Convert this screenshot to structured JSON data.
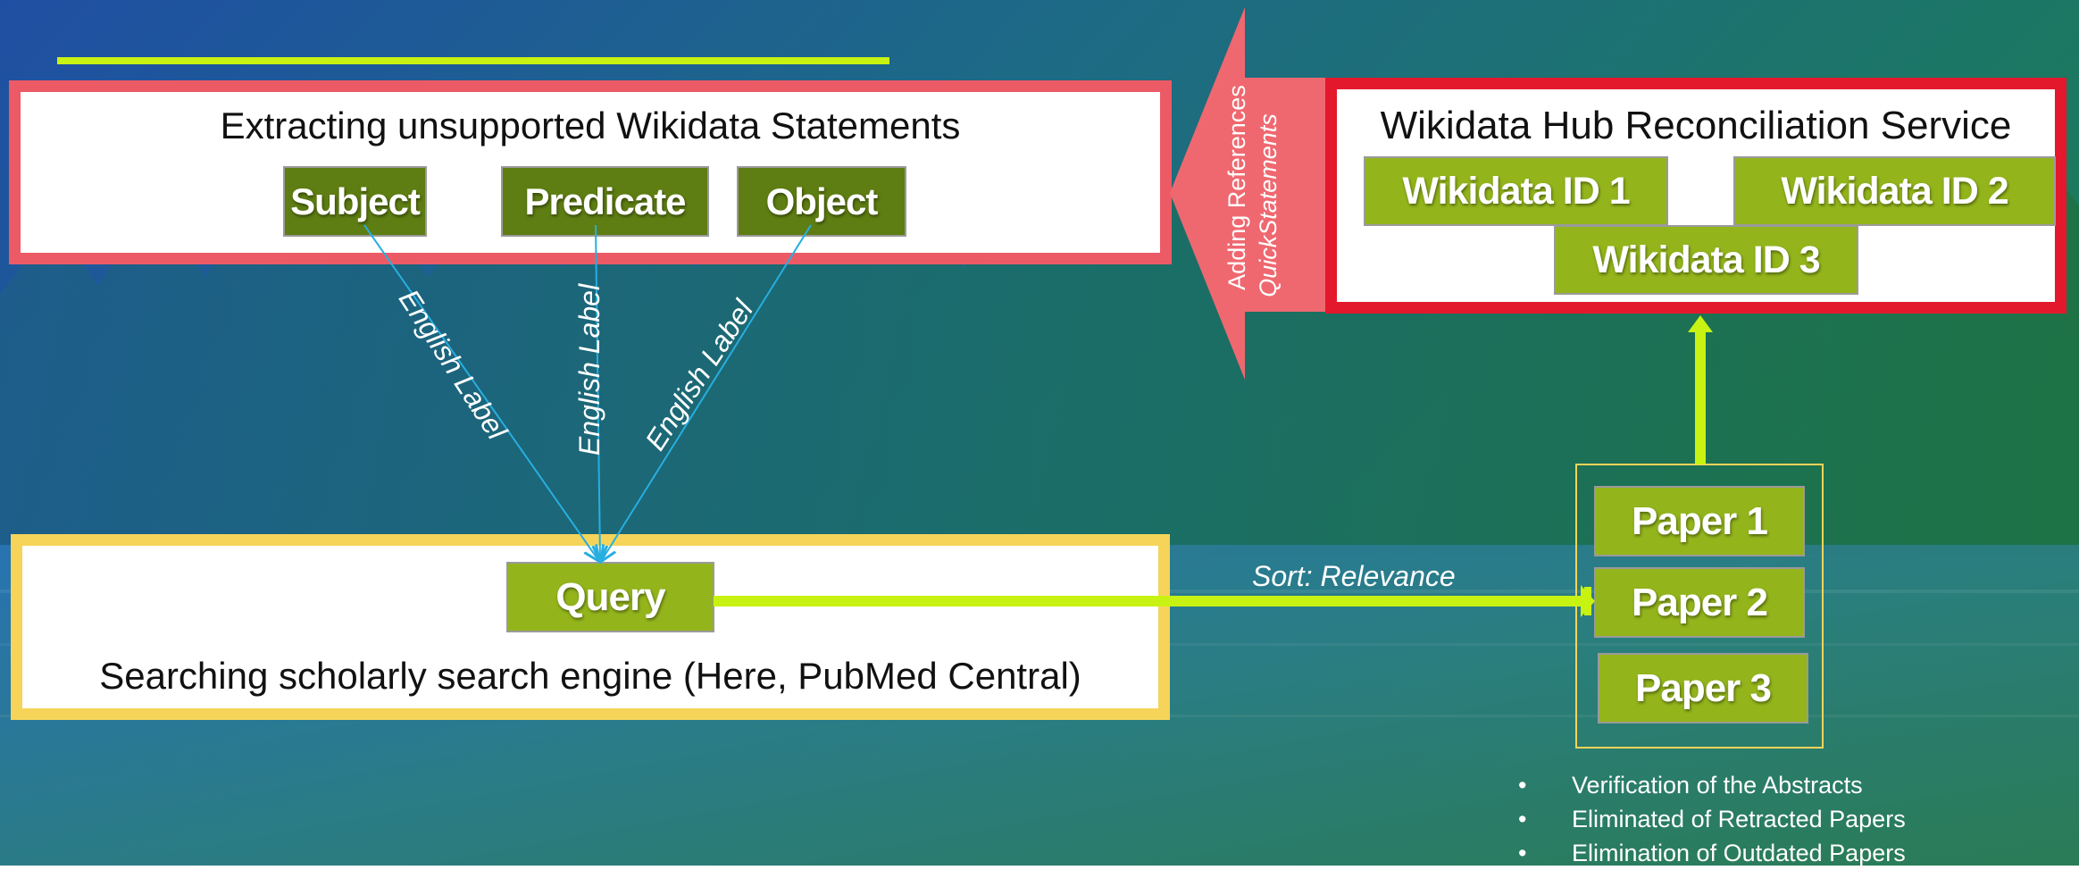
{
  "colors": {
    "accent_lime": "#c8f212",
    "box_red_border": "#ec5a65",
    "box_crimson_border": "#e3182d",
    "box_yellow_border": "#f6d45a",
    "button_dark_green": "#5e7d12",
    "button_light_green": "#93b51b",
    "line_cyan": "#27aee0"
  },
  "extract": {
    "title": "Extracting unsupported Wikidata Statements",
    "subject": "Subject",
    "predicate": "Predicate",
    "object": "Object"
  },
  "links": {
    "label_subject": "English Label",
    "label_predicate": "English Label",
    "label_object": "English Label"
  },
  "search": {
    "query": "Query",
    "title": "Searching scholarly search engine (Here, PubMed Central)"
  },
  "sort_label": "Sort: Relevance",
  "papers": {
    "p1": "Paper 1",
    "p2": "Paper 2",
    "p3": "Paper 3"
  },
  "reconcile": {
    "title": "Wikidata Hub Reconciliation Service",
    "id1": "Wikidata ID 1",
    "id2": "Wikidata ID 2",
    "id3": "Wikidata ID 3"
  },
  "adding": {
    "line1": "Adding References",
    "line2": "QuickStatements"
  },
  "bullets": {
    "marker": "•",
    "b1": "Verification of the Abstracts",
    "b2": "Eliminated of Retracted Papers",
    "b3": "Elimination of Outdated Papers"
  }
}
